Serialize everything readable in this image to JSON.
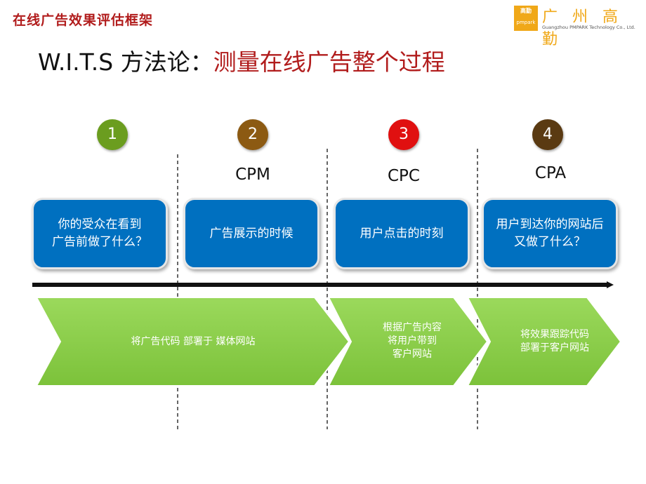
{
  "header": {
    "label": "在线广告效果评估框架"
  },
  "logo": {
    "mark": "高勤",
    "brand": "pmpark",
    "name_cn": "广 州 高 勤",
    "name_en": "Guangzhou PMPARK Technology Co., Ltd."
  },
  "title": {
    "prefix": "W.I.T.S  方法论：",
    "highlight": "测量在线广告整个过程"
  },
  "steps": [
    {
      "number": "1",
      "metric": "",
      "description": "你的受众在看到\n广告前做了什么？",
      "color": "#6b9d1f"
    },
    {
      "number": "2",
      "metric": "CPM",
      "description": "广告展示的时候",
      "color": "#8c5a12"
    },
    {
      "number": "3",
      "metric": "CPC",
      "description": "用户点击的时刻",
      "color": "#e01010"
    },
    {
      "number": "4",
      "metric": "CPA",
      "description": "用户到达你的网站后\n又做了什么？",
      "color": "#5a3a12"
    }
  ],
  "actions": [
    {
      "text": "将广告代码 部署于 媒体网站"
    },
    {
      "text": "根据广告内容\n将用户带到\n客户网站"
    },
    {
      "text": "将效果跟踪代码\n部署于客户网站"
    }
  ],
  "colors": {
    "box_fill": "#0070c0",
    "chevron_fill": "#8fd14f",
    "accent_red": "#b11c1c",
    "logo_orange": "#f0a818"
  }
}
